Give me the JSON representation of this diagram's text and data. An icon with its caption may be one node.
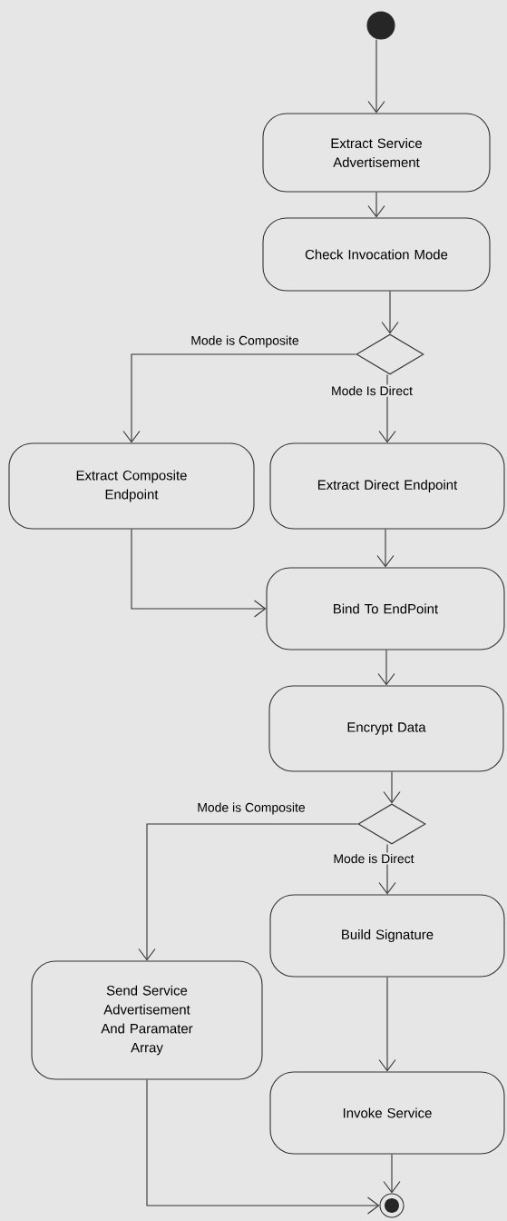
{
  "diagram": {
    "nodes": [
      {
        "text": [],
        "shape": "circle"
      },
      {
        "text": [
          "Extract Service Advertisement"
        ]
      },
      {
        "text": [
          "Check Invocation Mode"
        ]
      },
      {
        "text": [],
        "shape": "diamond"
      },
      {
        "text": [
          "Extract Composite Endpoint"
        ]
      },
      {
        "text": [
          "Extract Direct Endpoint"
        ]
      },
      {
        "text": [
          "Bind To EndPoint"
        ]
      },
      {
        "text": [
          "Encrypt Data"
        ]
      },
      {
        "text": [],
        "shape": "diamond"
      },
      {
        "text": [
          "Build Signature"
        ]
      },
      {
        "text": [
          "Send Service Advertisement And Paramater Array"
        ]
      },
      {
        "text": [
          "Invoke Service"
        ]
      },
      {
        "text": [],
        "shape": "bullseye"
      }
    ],
    "edges": [
      {
        "from": 0,
        "to": 1,
        "arrow": "to"
      },
      {
        "from": 1,
        "to": 2,
        "arrow": "to"
      },
      {
        "from": 2,
        "to": 3,
        "arrow": "to"
      },
      {
        "from": 3,
        "to": 4,
        "arrow": "to",
        "label": "Mode is Composite"
      },
      {
        "from": 3,
        "to": 5,
        "arrow": "to",
        "label": "Mode Is Direct"
      },
      {
        "from": 4,
        "to": 6,
        "arrow": "to"
      },
      {
        "from": 5,
        "to": 6,
        "arrow": "to"
      },
      {
        "from": 6,
        "to": 7,
        "arrow": "to"
      },
      {
        "from": 7,
        "to": 8,
        "arrow": "to"
      },
      {
        "from": 8,
        "to": 10,
        "arrow": "to",
        "label": "Mode is Composite"
      },
      {
        "from": 8,
        "to": 9,
        "arrow": "to",
        "label": "Mode is Direct"
      },
      {
        "from": 9,
        "to": 11,
        "arrow": "to"
      },
      {
        "from": 11,
        "to": 12,
        "arrow": "to"
      },
      {
        "from": 10,
        "to": 12,
        "arrow": "to"
      }
    ]
  }
}
